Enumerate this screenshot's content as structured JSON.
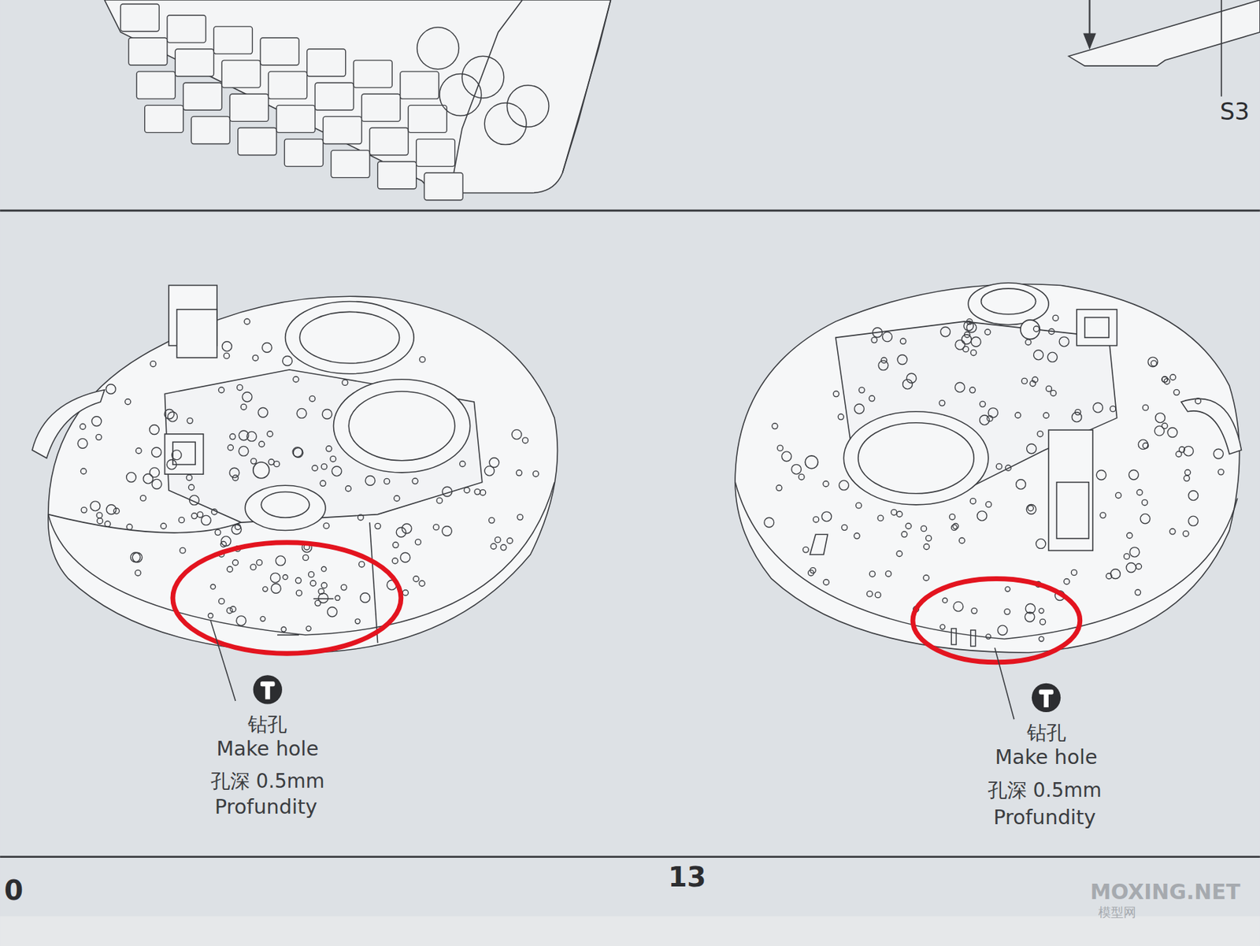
{
  "diagram": {
    "labels": [
      "S3",
      "钻孔",
      "Make hole",
      "孔深 0.5mm",
      "Profundity",
      "钻孔",
      "Make hole",
      "孔深 0.5mm",
      "Profundity",
      "0",
      "13",
      "MOXING.NET",
      "模型网"
    ]
  }
}
